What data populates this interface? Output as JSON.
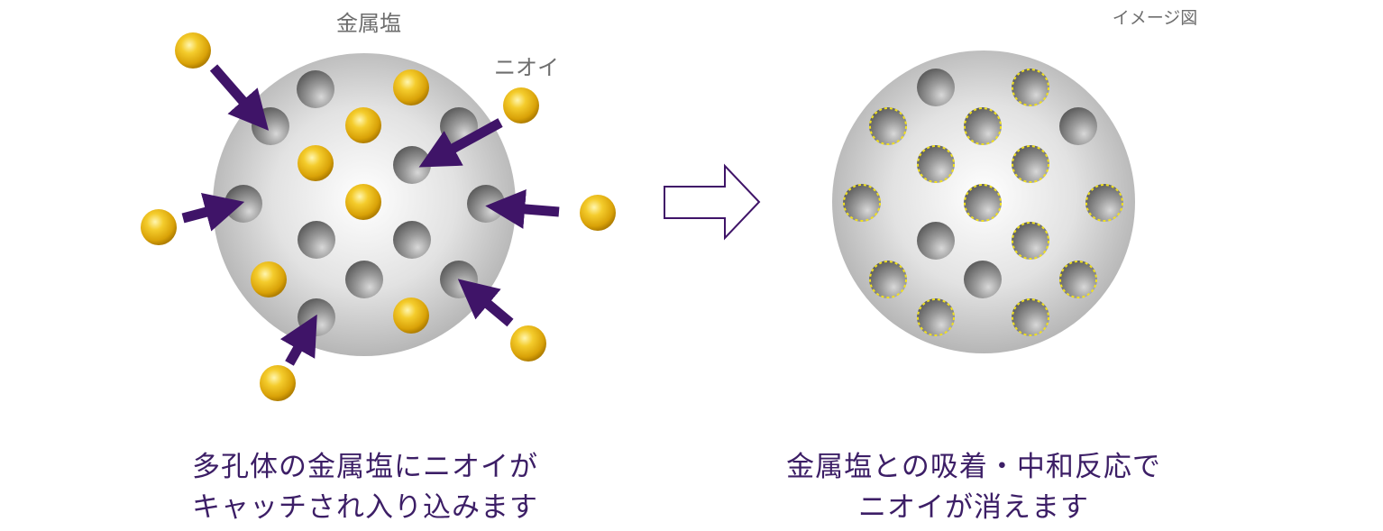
{
  "labels": {
    "metal_salt": "金属塩",
    "odor": "ニオイ",
    "image_note": "イメージ図"
  },
  "captions": {
    "left_line1": "多孔体の金属塩にニオイが",
    "left_line2": "キャッチされ入り込みます",
    "right_line1": "金属塩との吸着・中和反応で",
    "right_line2": "ニオイが消えます"
  },
  "colors": {
    "arrow": "#3f1468",
    "caption": "#3c1e66",
    "label": "#6e6e6e",
    "odor_ball": "#e8b20c",
    "odor_ring": "#f0e020",
    "sphere": "#c8c8c8"
  },
  "icons": {
    "process_arrow": "right-arrow-outline-icon",
    "odor_particle": "gold-sphere-icon",
    "pore": "pore-icon"
  }
}
